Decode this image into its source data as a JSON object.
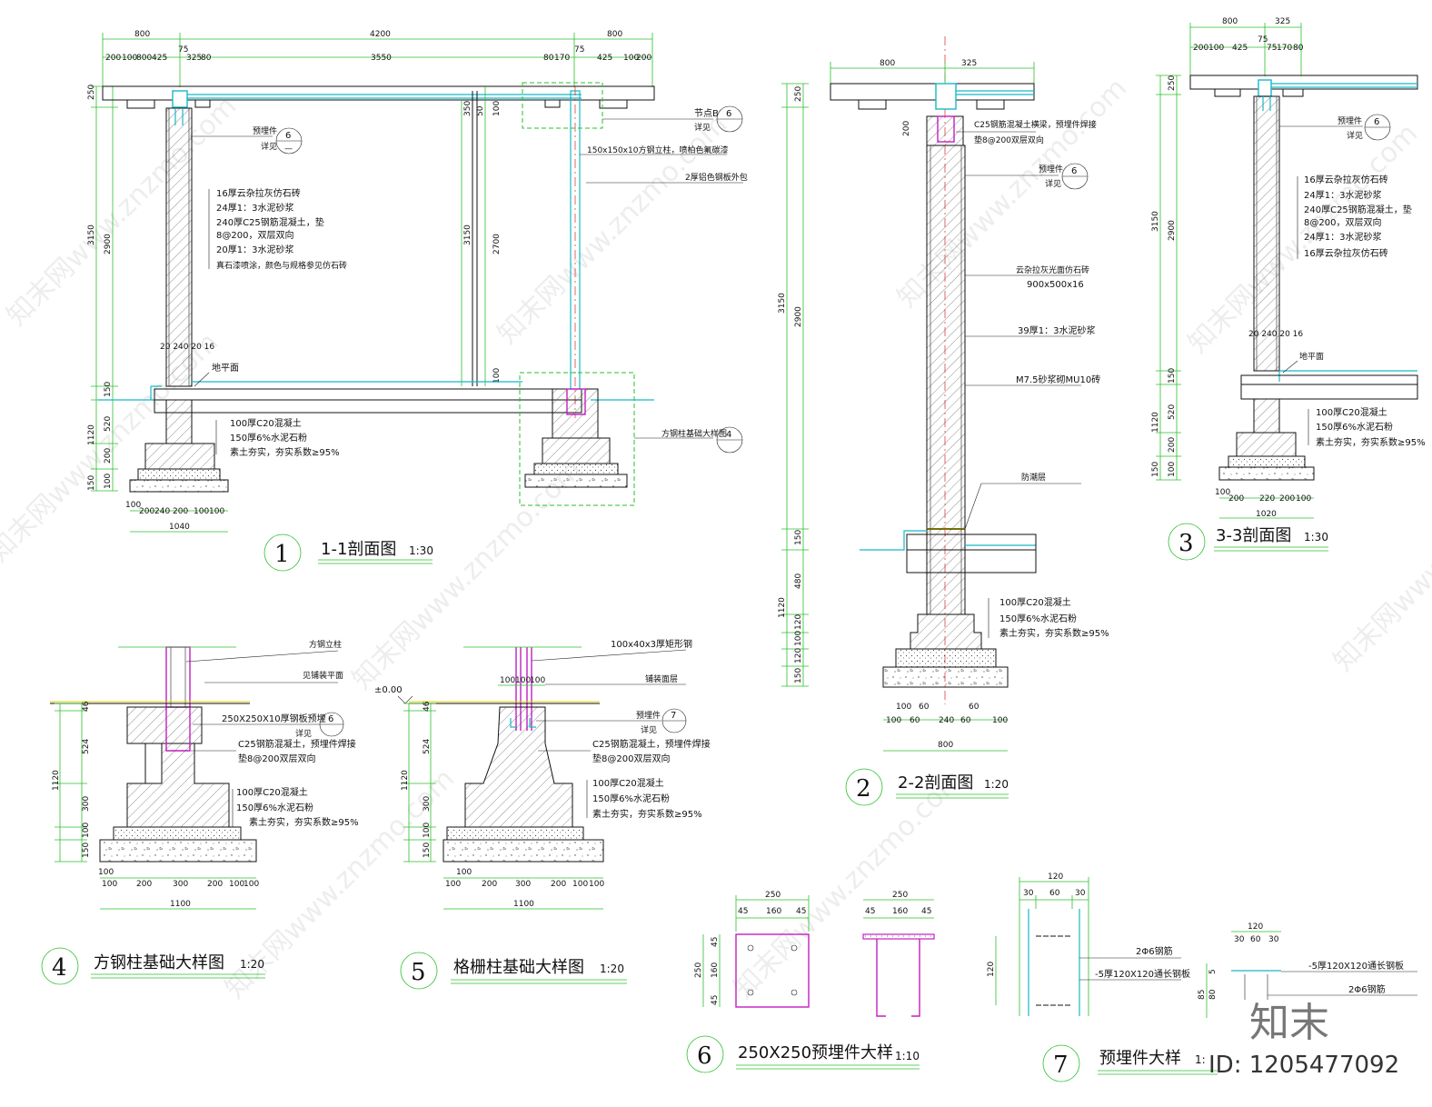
{
  "sections": {
    "s1": {
      "num": "1",
      "title": "1-1剖面图",
      "scale": "1:30"
    },
    "s2": {
      "num": "2",
      "title": "2-2剖面图",
      "scale": "1:20"
    },
    "s3": {
      "num": "3",
      "title": "3-3剖面图",
      "scale": "1:30"
    },
    "s4": {
      "num": "4",
      "title": "方钢柱基础大样图",
      "scale": "1:20"
    },
    "s5": {
      "num": "5",
      "title": "格栅柱基础大样图",
      "scale": "1:20"
    },
    "s6": {
      "num": "6",
      "title": "250X250预埋件大样",
      "scale": "1:10"
    },
    "s7": {
      "num": "7",
      "title": "预埋件大样",
      "scale": "1:"
    }
  },
  "s1": {
    "top_dims": [
      "800",
      "4200",
      "800"
    ],
    "top_subdims": [
      "200",
      "100",
      "800",
      "425",
      "75",
      "325",
      "80",
      "3550",
      "80",
      "170",
      "75",
      "425",
      "100",
      "200"
    ],
    "left_dims": [
      "250",
      "3150",
      "2900",
      "150",
      "520",
      "1120",
      "200",
      "150",
      "100"
    ],
    "mid_dims": [
      "350",
      "50",
      "100",
      "3150",
      "2700",
      "100"
    ],
    "bottom_dims": [
      "100",
      "200",
      "240",
      "200",
      "100",
      "100",
      "1040"
    ],
    "wall_layers": [
      "16厚云杂拉灰仿石砖",
      "24厚1：3水泥砂浆",
      "240厚C25钢筋混凝土，垫",
      "8@200，双层双向",
      "20厚1：3水泥砂浆",
      "真石漆喷涂，颜色与规格参见仿石砖"
    ],
    "embed": "预埋件",
    "see": "详见",
    "node": "节点B",
    "node_see": "详见",
    "node_ref": "6",
    "post": "150x150x10方钢立柱，喷柏色氟碳漆",
    "wrap": "2厚铝色钢板外包",
    "ground": "地平面",
    "found_layers": [
      "100厚C20混凝土",
      "150厚6%水泥石粉",
      "素土夯实，夯实系数≥95%"
    ],
    "footing_ref": "方钢柱基础大样图",
    "footing_num": "4",
    "walldim": "20 240 20 16",
    "bubble_top": "6",
    "bubble_bot": "—"
  },
  "s2": {
    "top_dims": [
      "800",
      "325"
    ],
    "left_dims": [
      "250",
      "3150",
      "2900",
      "150",
      "480",
      "1120",
      "120",
      "100",
      "120",
      "150"
    ],
    "labels": [
      "C25钢筋混凝土横梁，预埋件焊接",
      "垫8@200双层双向",
      "预埋件",
      "详见",
      "云杂拉灰光面仿石砖",
      "900x500x16",
      "39厚1：3水泥砂浆",
      "M7.5砂浆砌MU10砖",
      "防潮层",
      "100厚C20混凝土",
      "150厚6%水泥石粉",
      "素土夯实，夯实系数≥95%"
    ],
    "bottom_dims": [
      "100",
      "60",
      "240",
      "60",
      "100",
      "60",
      "60",
      "100",
      "800"
    ],
    "embed_ref": "6",
    "dim200": "200"
  },
  "s3": {
    "top_dims": [
      "800",
      "325"
    ],
    "top_subdims": [
      "200",
      "100",
      "425",
      "75",
      "75",
      "170",
      "80"
    ],
    "left_dims": [
      "250",
      "3150",
      "2900",
      "150",
      "520",
      "1120",
      "200",
      "150",
      "100"
    ],
    "labels": [
      "预埋件",
      "详见",
      "16厚云杂拉灰仿石砖",
      "24厚1：3水泥砂浆",
      "240厚C25钢筋混凝土，垫",
      "8@200，双层双向",
      "24厚1：3水泥砂浆",
      "16厚云杂拉灰仿石砖",
      "地平面",
      "100厚C20混凝土",
      "150厚6%水泥石粉",
      "素土夯实，夯实系数≥95%"
    ],
    "bottom_dims": [
      "100",
      "200",
      "220",
      "200",
      "100",
      "1020"
    ],
    "walldim": "20 240 20 16",
    "embed_ref": "6"
  },
  "s4": {
    "labels": [
      "方钢立柱",
      "见铺装平面",
      "250X250X10厚钢板预埋",
      "详见",
      "C25钢筋混凝土，预埋件焊接",
      "垫8@200双层双向",
      "100厚C20混凝土",
      "150厚6%水泥石粉",
      "素土夯实，夯实系数≥95%"
    ],
    "left_dims": [
      "46",
      "524",
      "1120",
      "300",
      "100",
      "150"
    ],
    "bottom_dims": [
      "100",
      "100",
      "200",
      "300",
      "200",
      "100",
      "100",
      "1100"
    ],
    "ref": "6"
  },
  "s5": {
    "labels": [
      "100x40x3厚矩形钢",
      "铺装面层",
      "预埋件",
      "详见",
      "C25钢筋混凝土，预埋件焊接",
      "垫8@200双层双向",
      "100厚C20混凝土",
      "150厚6%水泥石粉",
      "素土夯实，夯实系数≥95%"
    ],
    "top_dims": [
      "100",
      "100",
      "100"
    ],
    "level": "±0.00",
    "left_dims": [
      "46",
      "524",
      "1120",
      "300",
      "100",
      "150"
    ],
    "bottom_dims": [
      "100",
      "100",
      "200",
      "300",
      "200",
      "100",
      "100",
      "1100"
    ],
    "ref": "7"
  },
  "s6": {
    "plan_dims": [
      "250",
      "45",
      "160",
      "45"
    ],
    "side_dims": [
      "45",
      "160",
      "45",
      "250"
    ],
    "sec_dims": [
      "250",
      "45",
      "160",
      "45"
    ]
  },
  "s7": {
    "top_dims": [
      "120",
      "30",
      "60",
      "30"
    ],
    "left_dim": "120",
    "labels": [
      "2Φ6钢筋",
      "-5厚120X120通长钢板"
    ],
    "sec_top": [
      "120",
      "30",
      "60",
      "30"
    ],
    "sec_labels": [
      "-5厚120X120通长钢板",
      "2Φ6钢筋"
    ],
    "sec_left": [
      "85",
      "5",
      "80"
    ]
  },
  "watermark": "知末网www.znzmo.com",
  "logo": "知末",
  "id": "ID: 1205477092",
  "colors": {
    "dim": "#2bbf2b",
    "cyan": "#17b8c8",
    "magenta": "#c21ec2",
    "axis": "#d22222"
  }
}
